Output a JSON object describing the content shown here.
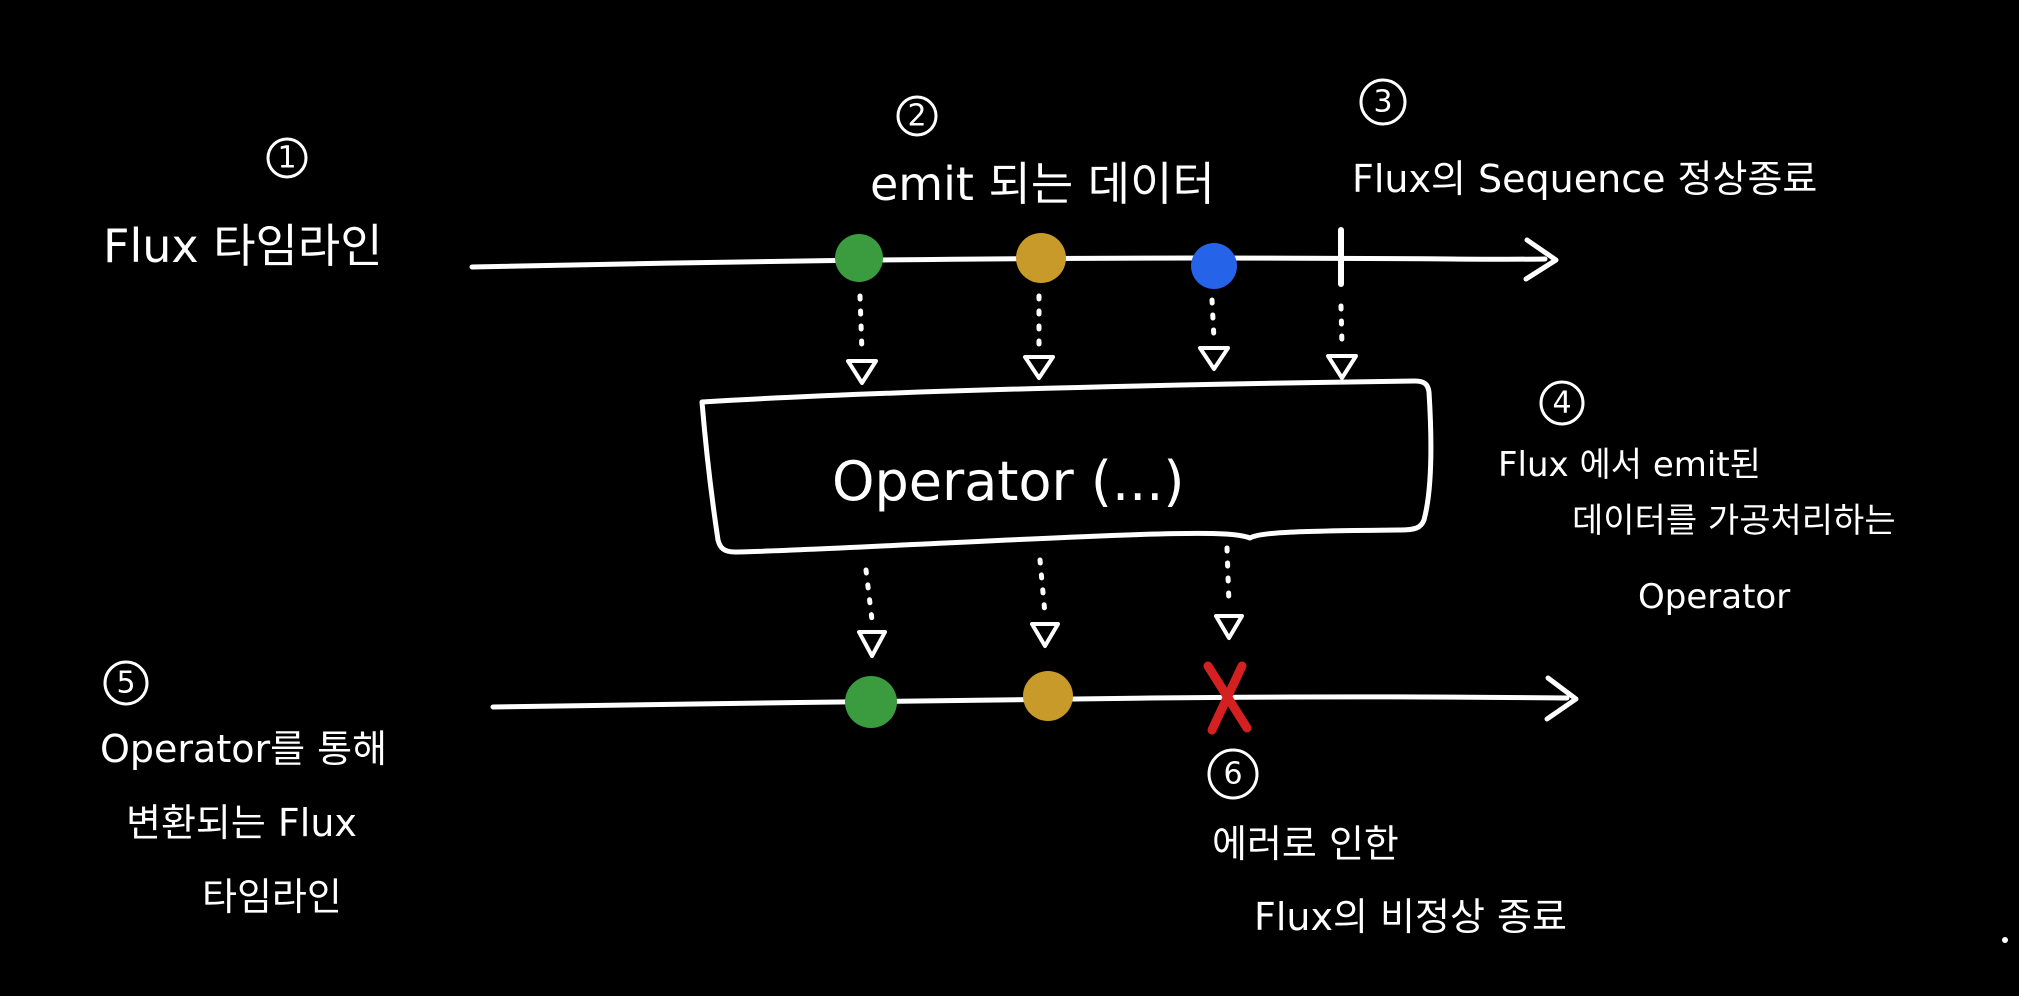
{
  "colors": {
    "background": "#000000",
    "ink": "#ffffff",
    "green": "#3a9b3f",
    "gold": "#c89a2a",
    "blue": "#2563e8",
    "error": "#d42020"
  },
  "annotations": {
    "a1": {
      "num": "1",
      "lines": [
        "Flux 타임라인"
      ]
    },
    "a2": {
      "num": "2",
      "lines": [
        "emit 되는 데이터"
      ]
    },
    "a3": {
      "num": "3",
      "lines": [
        "Flux의 Sequence 정상종료"
      ]
    },
    "a4": {
      "num": "4",
      "lines": [
        "Flux 에서 emit된",
        "데이터를 가공처리하는",
        "Operator"
      ]
    },
    "a5": {
      "num": "5",
      "lines": [
        "Operator를 통해",
        "변환되는 Flux",
        "타임라인"
      ]
    },
    "a6": {
      "num": "6",
      "lines": [
        "에러로 인한",
        "Flux의 비정상 종료"
      ]
    }
  },
  "operator": {
    "label": "Operator (...)"
  },
  "top_timeline": {
    "items": [
      {
        "kind": "dot",
        "color": "green"
      },
      {
        "kind": "dot",
        "color": "gold"
      },
      {
        "kind": "dot",
        "color": "blue"
      },
      {
        "kind": "complete"
      }
    ]
  },
  "bottom_timeline": {
    "items": [
      {
        "kind": "dot",
        "color": "green"
      },
      {
        "kind": "dot",
        "color": "gold"
      },
      {
        "kind": "error"
      }
    ]
  }
}
